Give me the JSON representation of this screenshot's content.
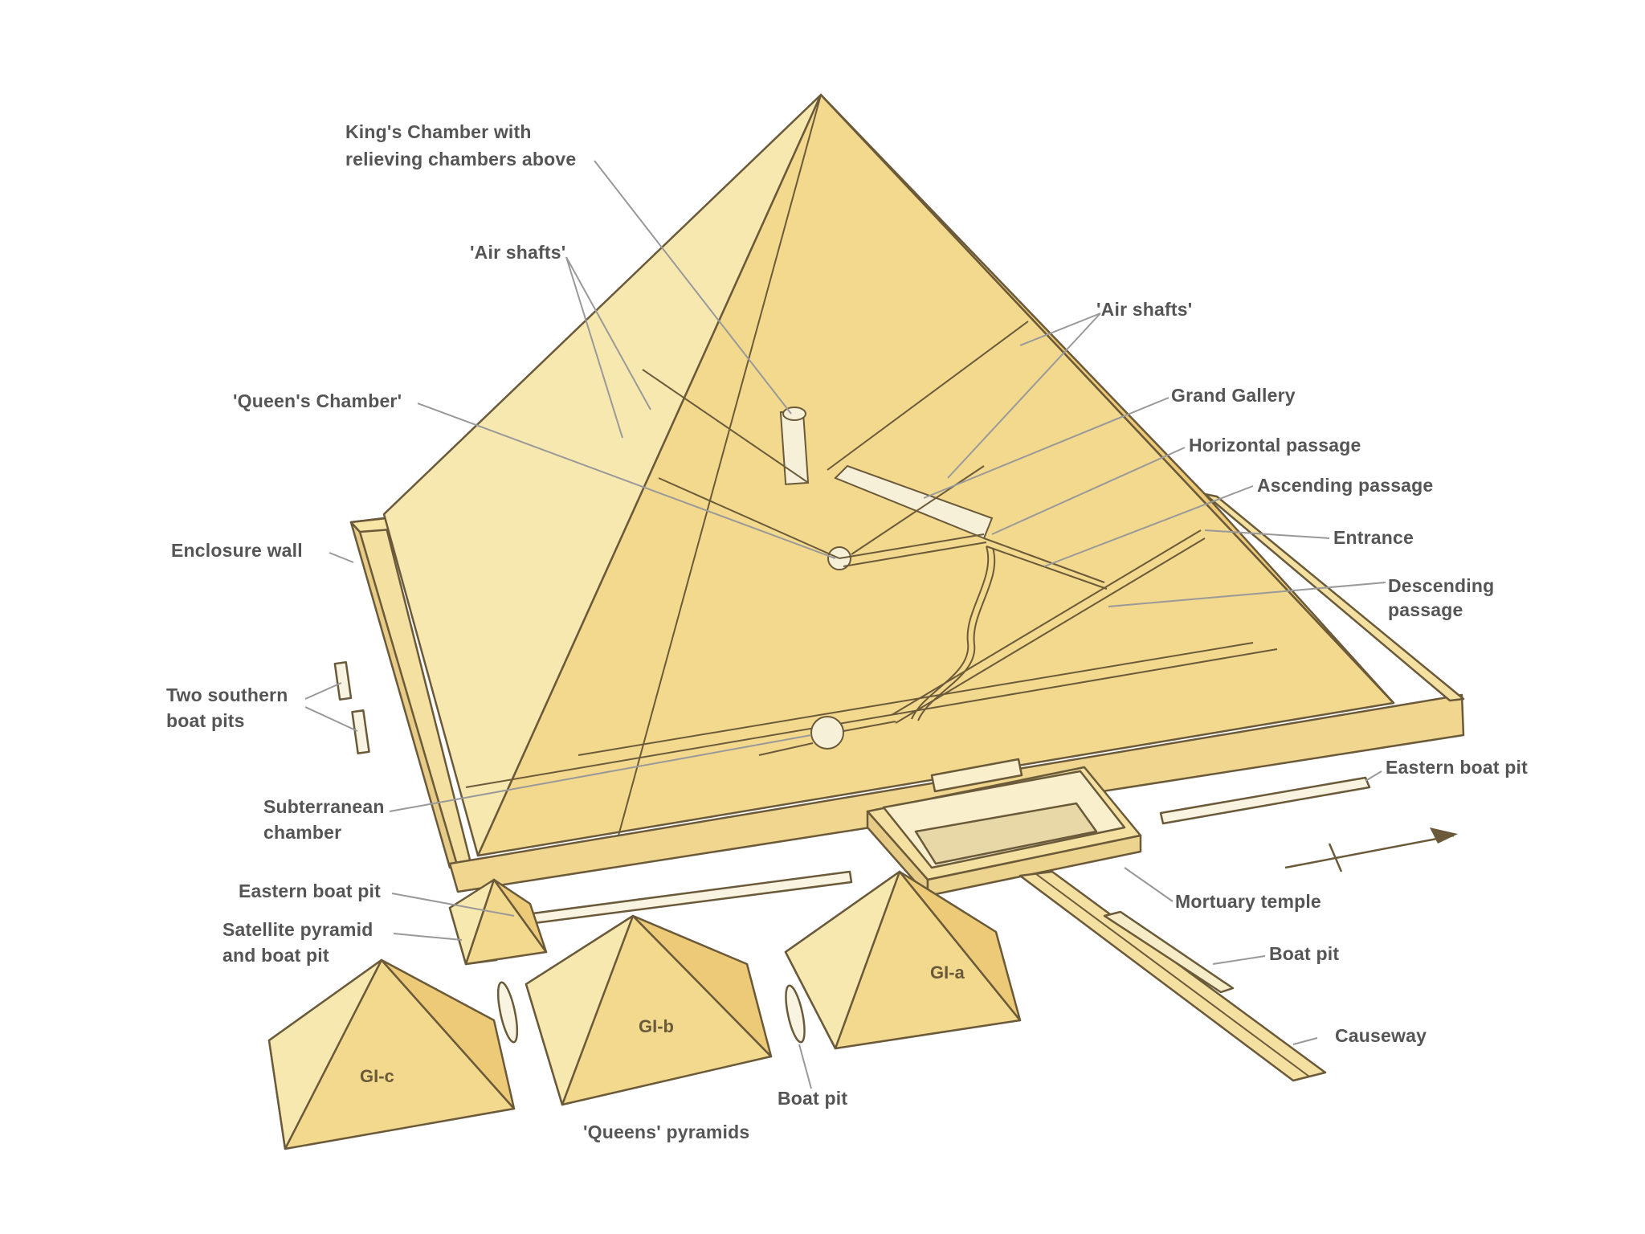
{
  "colors": {
    "face_light": "#f7e6a6",
    "face_mid": "#f2d98e",
    "face_dark": "#ecca78",
    "outline": "#6b5a3a",
    "label_text": "#555555",
    "leader": "#999999"
  },
  "labels": {
    "kings_chamber_line1": "King's Chamber with",
    "kings_chamber_line2": "relieving chambers above",
    "air_shafts_left": "'Air shafts'",
    "air_shafts_right": "'Air shafts'",
    "queens_chamber": "'Queen's Chamber'",
    "grand_gallery": "Grand Gallery",
    "horizontal_passage": "Horizontal passage",
    "ascending_passage": "Ascending passage",
    "entrance": "Entrance",
    "descending_passage_line1": "Descending",
    "descending_passage_line2": "passage",
    "enclosure_wall": "Enclosure wall",
    "two_southern_boat_pits_line1": "Two southern",
    "two_southern_boat_pits_line2": "boat pits",
    "eastern_boat_pit_right": "Eastern boat pit",
    "subterranean_chamber_line1": "Subterranean",
    "subterranean_chamber_line2": "chamber",
    "eastern_boat_pit_left": "Eastern boat pit",
    "satellite_pyramid_line1": "Satellite pyramid",
    "satellite_pyramid_line2": "and boat pit",
    "mortuary_temple": "Mortuary temple",
    "boat_pit_right": "Boat pit",
    "causeway": "Causeway",
    "boat_pit_bottom": "Boat pit",
    "queens_pyramids": "'Queens' pyramids"
  },
  "pyramid_codes": {
    "g1a": "GI-a",
    "g1b": "GI-b",
    "g1c": "GI-c"
  },
  "icons": {
    "north_arrow": "north-arrow-icon"
  }
}
